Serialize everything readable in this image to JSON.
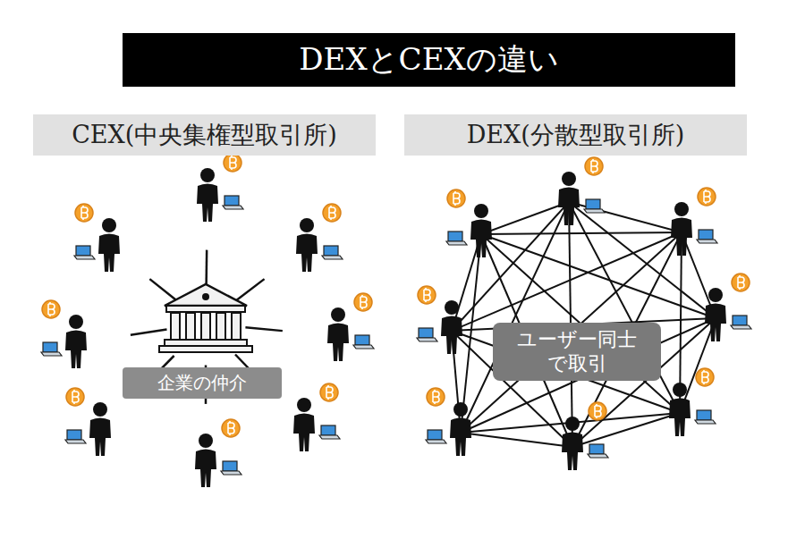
{
  "diagram": {
    "title": "DEXとCEXの違い",
    "nodes": [
      {
        "text": [
          "CEX(中央集権型取引所)"
        ]
      },
      {
        "text": [
          "DEX(分散型取引所)"
        ]
      },
      {
        "text": [
          "企業の仲介"
        ]
      },
      {
        "text": [
          "ユーザー同士 で取引"
        ]
      }
    ]
  }
}
